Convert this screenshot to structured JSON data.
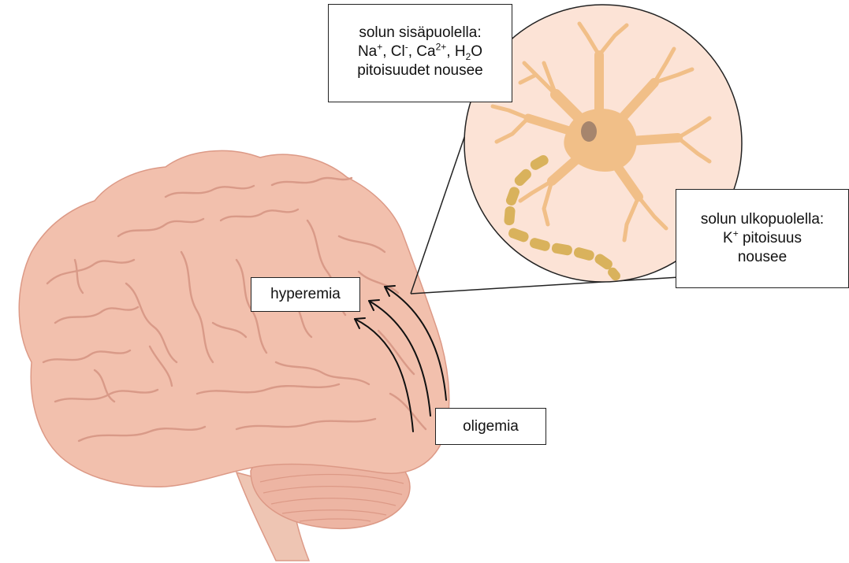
{
  "labels": {
    "inside": {
      "line1": "solun sisäpuolella:",
      "line2": {
        "na": "Na",
        "na_sup": "+",
        "sep1": ", Cl",
        "cl_sup": "-",
        "sep2": ", Ca",
        "ca_sup": "2+",
        "sep3": ", H",
        "h_sub": "2",
        "o": "O"
      },
      "line3": "pitoisuudet nousee"
    },
    "outside": {
      "line1": "solun ulkopuolella:",
      "k": "K",
      "k_sup": "+",
      "k_rest": " pitoisuus",
      "line3": "nousee"
    },
    "hyperemia": "hyperemia",
    "oligemia": "oligemia"
  },
  "colors": {
    "brain_fill": "#f2c0ad",
    "brain_stroke": "#dc9986",
    "brain_fold": "#d99a88",
    "stem_fill": "#eec5b3",
    "cerebellum_fill": "#edb5a3",
    "circle_fill": "#fce3d6",
    "circle_stroke": "#222222",
    "neuron_fill": "#f1bf88",
    "nucleus_fill": "#a6856d",
    "myelin_fill": "#d9b25c",
    "arrow_color": "#111111"
  },
  "icons": [
    "brain-illustration",
    "neuron-illustration",
    "curved-arrow-icon"
  ]
}
